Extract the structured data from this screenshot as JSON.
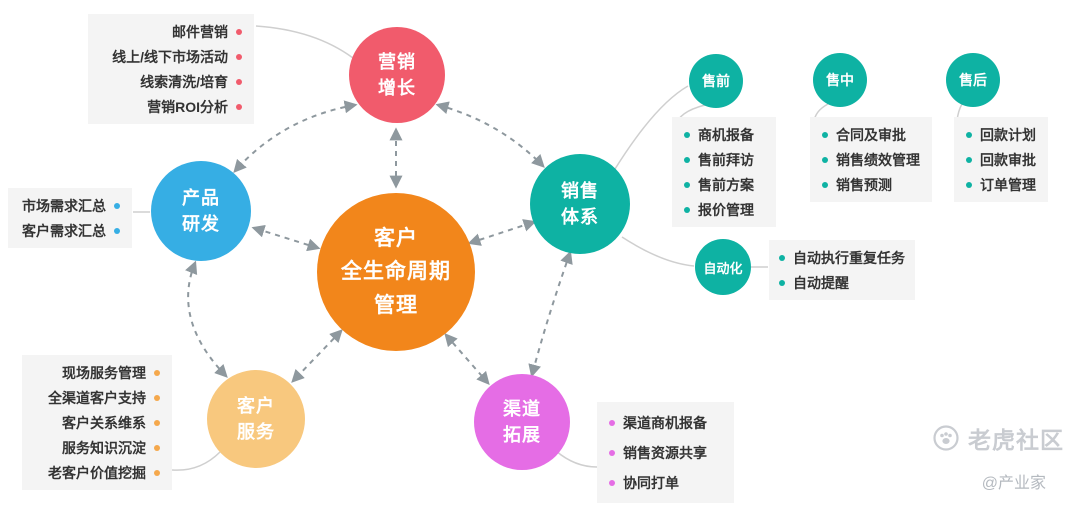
{
  "center": {
    "line1": "客户",
    "line2": "全生命周期",
    "line3": "管理",
    "color": "#F2861B"
  },
  "nodes": {
    "marketing": {
      "line1": "营销",
      "line2": "增长",
      "color": "#F15B6C"
    },
    "product": {
      "line1": "产品",
      "line2": "研发",
      "color": "#36AEE4"
    },
    "service": {
      "line1": "客户",
      "line2": "服务",
      "color": "#F8C87E"
    },
    "sales": {
      "line1": "销售",
      "line2": "体系",
      "color": "#0EB2A3"
    },
    "channel": {
      "line1": "渠道",
      "line2": "拓展",
      "color": "#E56DE5"
    },
    "presales": {
      "label": "售前",
      "color": "#0EB2A3"
    },
    "insales": {
      "label": "售中",
      "color": "#0EB2A3"
    },
    "aftersales": {
      "label": "售后",
      "color": "#0EB2A3"
    },
    "automation": {
      "label": "自动化",
      "color": "#0EB2A3"
    }
  },
  "lists": {
    "marketing": {
      "dot_color": "#F15B6C",
      "items": [
        "邮件营销",
        "线上/线下市场活动",
        "线索清洗/培育",
        "营销ROI分析"
      ]
    },
    "product": {
      "dot_color": "#36AEE4",
      "items": [
        "市场需求汇总",
        "客户需求汇总"
      ]
    },
    "service": {
      "dot_color": "#F5A84C",
      "items": [
        "现场服务管理",
        "全渠道客户支持",
        "客户关系维系",
        "服务知识沉淀",
        "老客户价值挖掘"
      ]
    },
    "presales": {
      "dot_color": "#0EB2A3",
      "items": [
        "商机报备",
        "售前拜访",
        "售前方案",
        "报价管理"
      ]
    },
    "insales": {
      "dot_color": "#0EB2A3",
      "items": [
        "合同及审批",
        "销售绩效管理",
        "销售预测"
      ]
    },
    "aftersales": {
      "dot_color": "#0EB2A3",
      "items": [
        "回款计划",
        "回款审批",
        "订单管理"
      ]
    },
    "automation": {
      "dot_color": "#0EB2A3",
      "items": [
        "自动执行重复任务",
        "自动提醒"
      ]
    },
    "channel": {
      "dot_color": "#E56DE5",
      "items": [
        "渠道商机报备",
        "销售资源共享",
        "协同打单"
      ]
    }
  },
  "watermark": {
    "brand": "老虎社区",
    "handle": "@产业家"
  },
  "colors": {
    "background": "#FFFFFF",
    "list_background": "#F4F4F4",
    "text": "#333333",
    "arrow": "#8E989E",
    "connector": "#CFCFCF"
  }
}
